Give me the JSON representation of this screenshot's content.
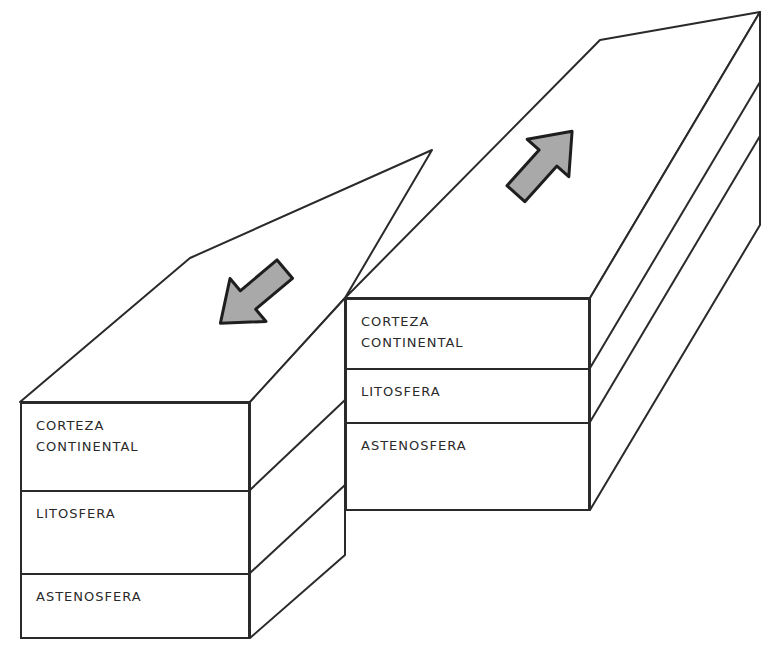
{
  "diagram": {
    "nodes": [
      {
        "text": [
          "CORTEZA CONTINENTAL"
        ]
      },
      {
        "text": [
          "LITOSFERA"
        ]
      },
      {
        "text": [
          "ASTENOSFERA"
        ]
      },
      {
        "text": [
          "CORTEZA CONTINENTAL"
        ]
      },
      {
        "text": [
          "LITOSFERA"
        ]
      },
      {
        "text": [
          "ASTENOSFERA"
        ]
      }
    ]
  }
}
